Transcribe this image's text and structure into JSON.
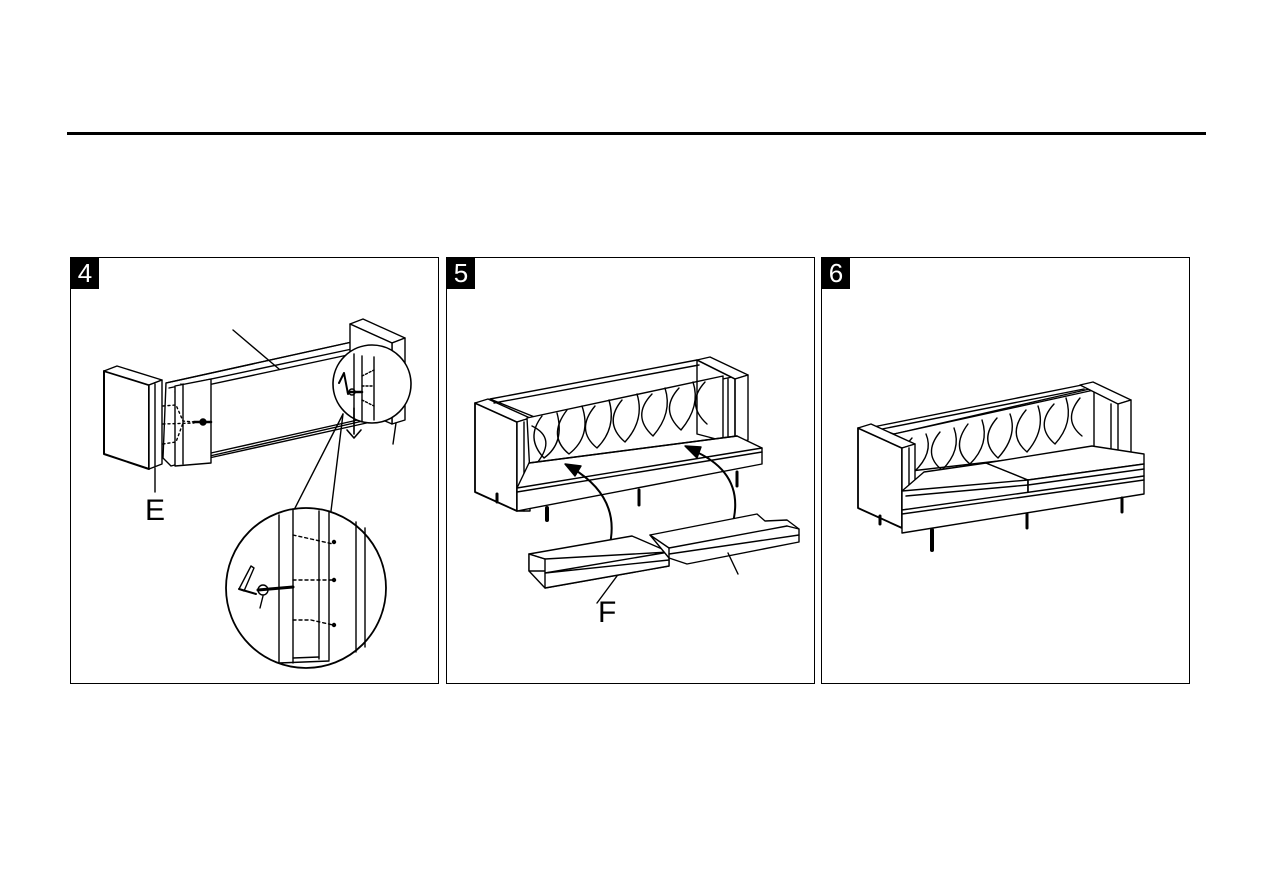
{
  "steps": [
    {
      "number": "4",
      "part_label": "E"
    },
    {
      "number": "5",
      "part_label": "F"
    },
    {
      "number": "6"
    }
  ]
}
